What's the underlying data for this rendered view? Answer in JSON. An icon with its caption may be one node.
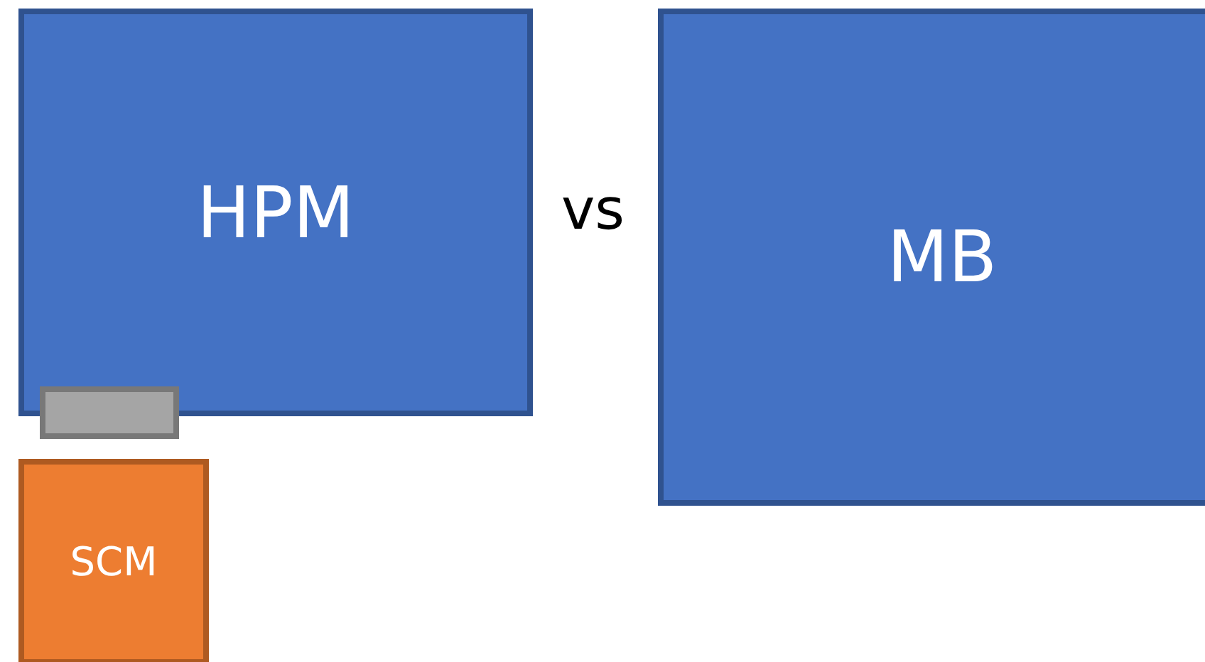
{
  "diagram": {
    "nodes": [
      {
        "text": [
          "HPM"
        ]
      },
      {
        "text": [
          "MB"
        ]
      },
      {
        "text": [],
        "shape": "box"
      },
      {
        "text": [
          "SCM"
        ]
      }
    ],
    "labels": [
      "vs"
    ]
  }
}
